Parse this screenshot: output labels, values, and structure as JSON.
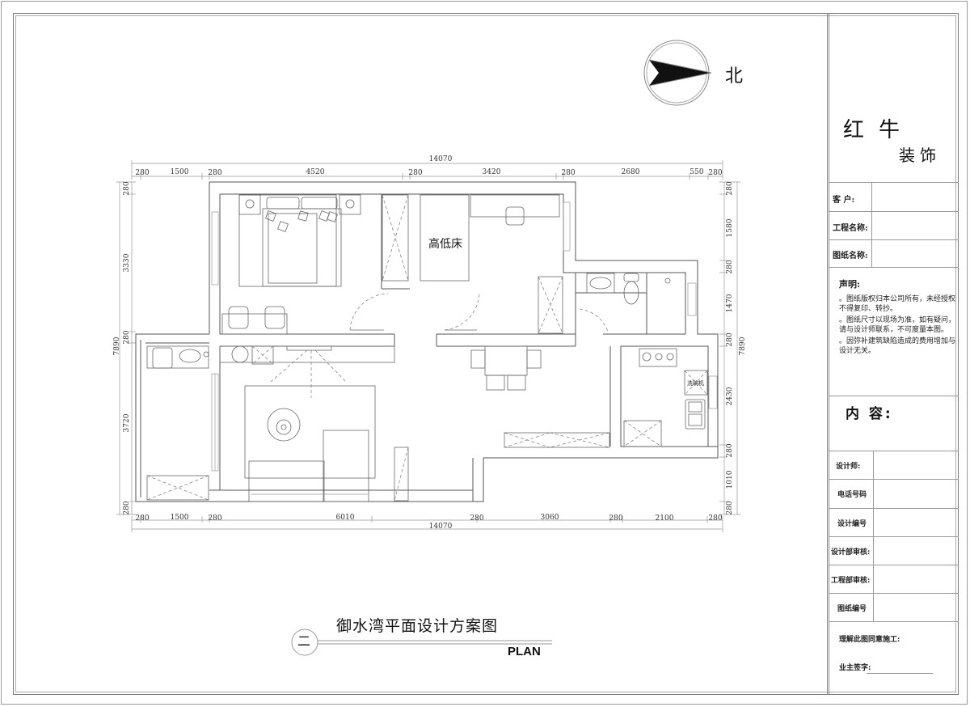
{
  "drawing": {
    "title_cn": "御水湾平面设计方案图",
    "title_en": "PLAN",
    "sheet_number_symbol": "二",
    "north_label": "北",
    "north_icon": "north-arrow-icon"
  },
  "dimensions": {
    "top_total": "14070",
    "top": [
      "280",
      "1500",
      "280",
      "4520",
      "280",
      "3420",
      "280",
      "2680",
      "550",
      "280"
    ],
    "bottom_total": "14070",
    "bottom": [
      "280",
      "1500",
      "280",
      "6010",
      "280",
      "3060",
      "280",
      "2100",
      "280"
    ],
    "left_total": "7890",
    "left": [
      "280",
      "3330",
      "280",
      "3720",
      "280"
    ],
    "right_total": "7890",
    "right": [
      "280",
      "1580",
      "280",
      "1470",
      "280",
      "2430",
      "280",
      "1010",
      "280"
    ]
  },
  "rooms": {
    "loft_bed_label": "高低床",
    "dishwasher_label": "洗碗机"
  },
  "title_block": {
    "brand_line1": "红牛",
    "brand_line2": "装饰",
    "logo_icon": "bull-horn-logo-icon",
    "fields_top": [
      {
        "label": "客  户:",
        "value": ""
      },
      {
        "label": "工程名称:",
        "value": ""
      },
      {
        "label": "图纸名称:",
        "value": ""
      }
    ],
    "notice": {
      "heading": "声明:",
      "items": [
        "。图纸版权归本公司所有，未经授权不得复印、转抄。",
        "。图纸尺寸以现场为准，如有疑问，请与设计师联系，不可度量本图。",
        "。因弥补建筑缺陷造成的费用增加与设计无关。"
      ]
    },
    "content_label": "内 容:",
    "fields_bottom": [
      {
        "label": "设计师:",
        "value": ""
      },
      {
        "label": "电话号码",
        "value": ""
      },
      {
        "label": "设计编号",
        "value": ""
      },
      {
        "label": "设计部审核:",
        "value": ""
      },
      {
        "label": "工程部审核:",
        "value": ""
      },
      {
        "label": "图纸编号",
        "value": ""
      }
    ],
    "approval_text": "理解此图同意施工:",
    "owner_signature_label": "业主签字:"
  }
}
